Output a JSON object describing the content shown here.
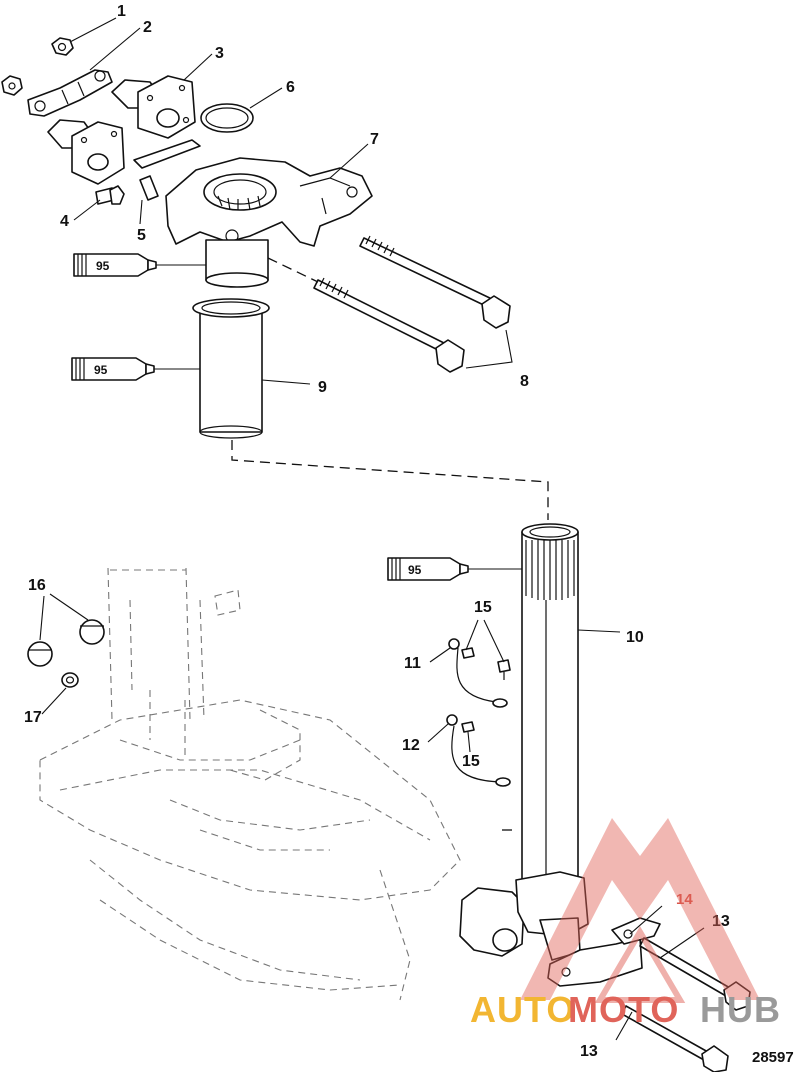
{
  "callouts": {
    "c1": "1",
    "c2": "2",
    "c3": "3",
    "c4": "4",
    "c5": "5",
    "c6": "6",
    "c7": "7",
    "c8": "8",
    "c9": "9",
    "c10": "10",
    "c11": "11",
    "c12": "12",
    "c13a": "13",
    "c13b": "13",
    "c14": "14",
    "c15a": "15",
    "c15b": "15",
    "c16": "16",
    "c17": "17"
  },
  "sealant_tubes": {
    "t1": "95",
    "t2": "95",
    "t3": "95"
  },
  "figure_number": "28597",
  "watermark": {
    "part1": "AUTO",
    "part2": "MOTO",
    "part3": "HUB",
    "colors": {
      "auto": "#f2b632",
      "moto": "#e0645a",
      "hub": "#9a9a9a"
    }
  },
  "colors": {
    "line": "#111111",
    "highlight_label": "#d9534a",
    "ghost": "#777777"
  }
}
